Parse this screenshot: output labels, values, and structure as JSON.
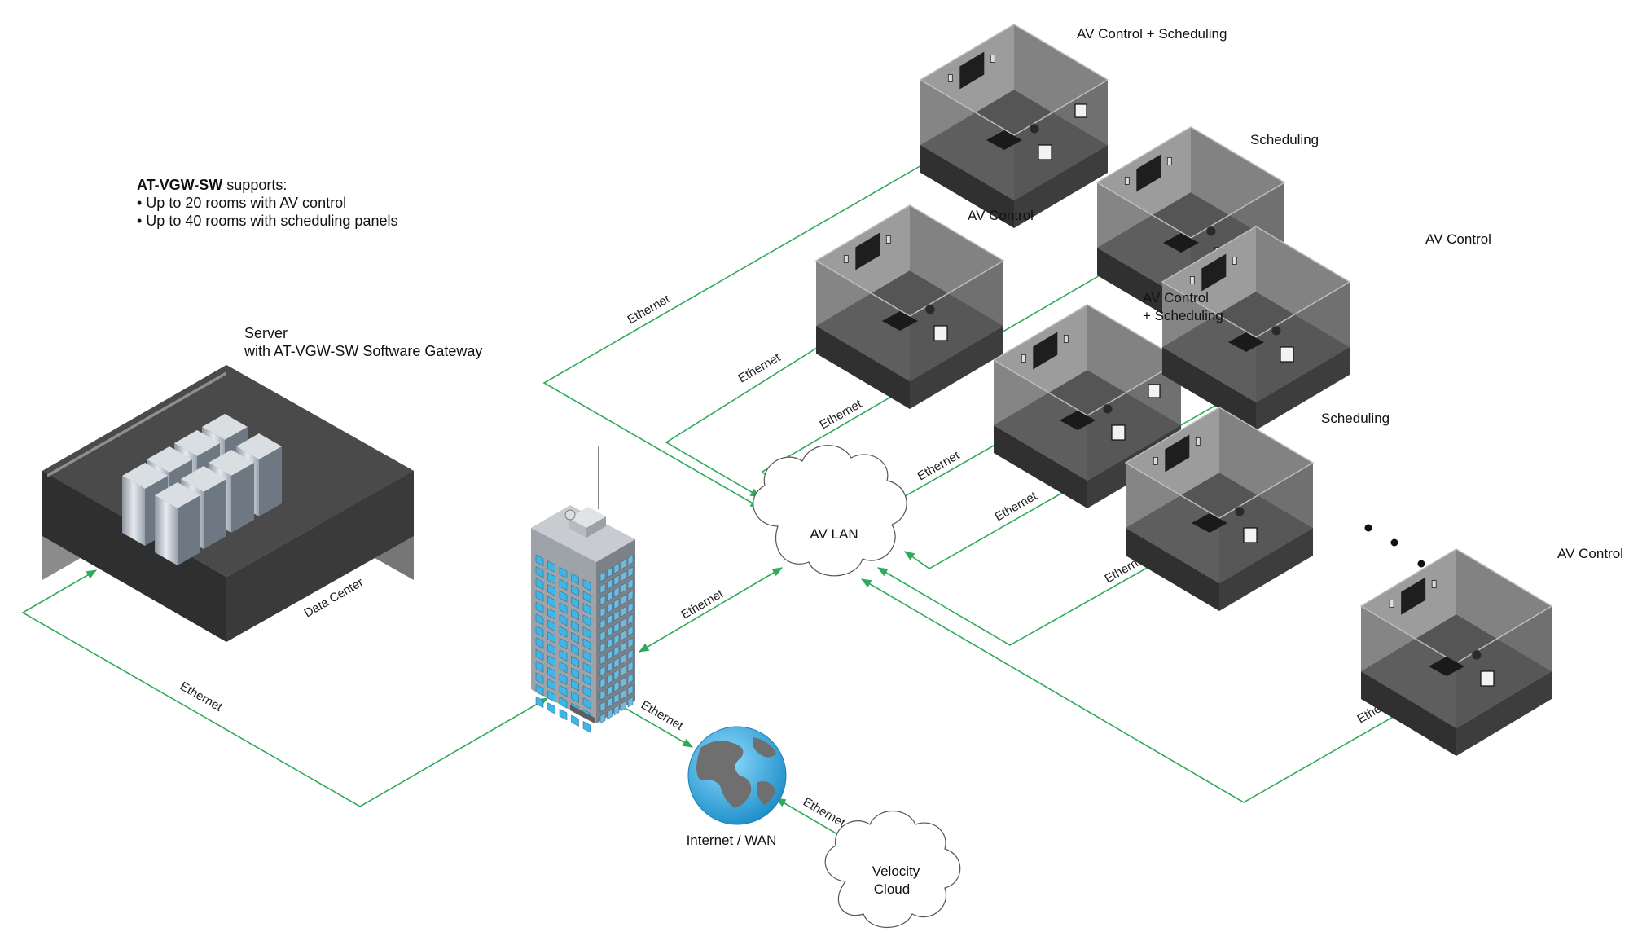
{
  "info": {
    "product": "AT-VGW-SW",
    "supports_suffix": " supports:",
    "bullets": [
      "• Up to 20 rooms with AV control",
      "• Up to 40 rooms with scheduling panels"
    ]
  },
  "server": {
    "line1": "Server",
    "line2": "with AT-VGW-SW Software Gateway",
    "room_label": "Data Center"
  },
  "lan_label": "AV LAN",
  "internet_label": "Internet / WAN",
  "cloud": {
    "line1": "Velocity",
    "line2": "Cloud"
  },
  "link_label": "Ethernet",
  "rooms": [
    {
      "lines": [
        "AV Control + Scheduling"
      ]
    },
    {
      "lines": [
        "Scheduling"
      ]
    },
    {
      "lines": [
        "AV Control"
      ]
    },
    {
      "lines": [
        "AV Control",
        "+ Scheduling"
      ]
    },
    {
      "lines": [
        "AV Control"
      ]
    },
    {
      "lines": [
        "Scheduling"
      ]
    },
    {
      "lines": [
        "AV Control"
      ]
    }
  ],
  "colors": {
    "wire": "#2faa5a",
    "room_dark": "#3d3d3d",
    "room_wall": "#8a8a8a",
    "globe_water": "#3fb6e8"
  }
}
